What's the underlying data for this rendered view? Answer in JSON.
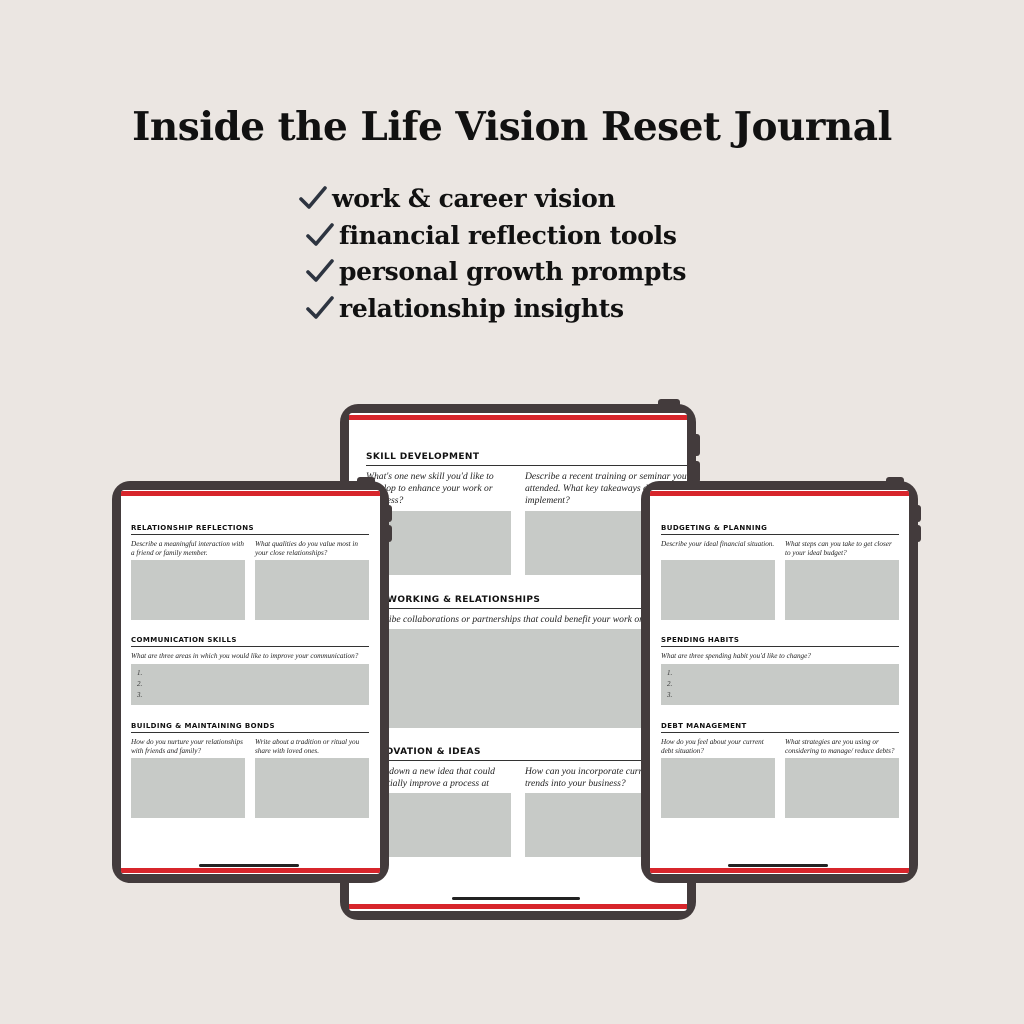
{
  "title": "Inside the Life Vision Reset Journal",
  "features": [
    "work & career vision",
    "financial reflection tools",
    "personal growth prompts",
    "relationship insights"
  ],
  "colors": {
    "background": "#ebe6e2",
    "device": "#433b3c",
    "accent_red": "#d7252b",
    "answer_box": "#c7cac7"
  },
  "center_page": {
    "skill_title": "SKILL DEVELOPMENT",
    "skill_q1": "What's one new skill you'd like to develop to enhance your work or business?",
    "skill_q2": "Describe a recent training or seminar you attended. What key takeaways did you implement?",
    "networking_title": "NETWORKING & RELATIONSHIPS",
    "networking_q": "Describe collaborations or partnerships that could benefit your work or business.",
    "innovation_title": "INNOVATION & IDEAS",
    "innovation_q1": "Write down a new idea that could potentially improve a process at work.",
    "innovation_q2": "How can you incorporate current market trends into your business?"
  },
  "left_page": {
    "rel_title": "RELATIONSHIP REFLECTIONS",
    "rel_q1": "Describe a meaningful interaction with a friend or family member.",
    "rel_q2": "What qualities do you value most in your close relationships?",
    "comm_title": "COMMUNICATION SKILLS",
    "comm_q": "What are three areas in which you would like to improve your communication?",
    "comm_list": [
      "1.",
      "2.",
      "3."
    ],
    "bonds_title": "BUILDING & MAINTAINING BONDS",
    "bonds_q1": "How do you nurture your relationships with friends and family?",
    "bonds_q2": "Write about a tradition or ritual you share with loved ones."
  },
  "right_page": {
    "budget_title": "BUDGETING & PLANNING",
    "budget_q1": "Describe your ideal financial situation.",
    "budget_q2": "What steps can you take to get closer to your ideal budget?",
    "spend_title": "SPENDING HABITS",
    "spend_q": "What are three spending habit you'd like to change?",
    "spend_list": [
      "1.",
      "2.",
      "3."
    ],
    "debt_title": "DEBT MANAGEMENT",
    "debt_q1": "How do you feel about your current debt situation?",
    "debt_q2": "What strategies are you using or considering to manage/ reduce debts?"
  }
}
